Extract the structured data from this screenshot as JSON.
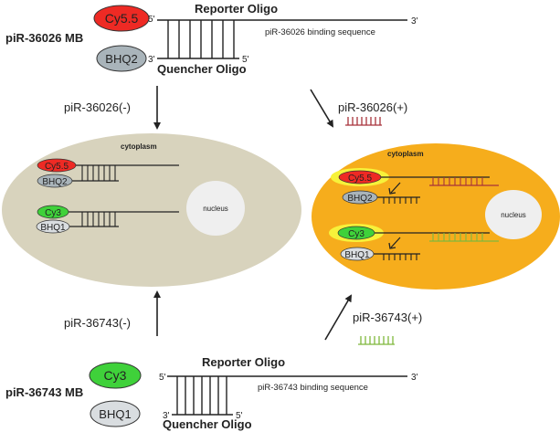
{
  "top_probe": {
    "name": "piR-36026 MB",
    "fluor": "Cy5.5",
    "quencher": "BHQ2",
    "reporter": "Reporter Oligo",
    "quencher_oligo": "Quencher Oligo",
    "binding": "piR-36026 binding sequence",
    "five_prime_top": "5'",
    "three_prime_top": "3'",
    "three_prime_bottom": "3'",
    "five_prime_bottom": "5'"
  },
  "bottom_probe": {
    "name": "piR-36743 MB",
    "fluor": "Cy3",
    "quencher": "BHQ1",
    "reporter": "Reporter Oligo",
    "quencher_oligo": "Quencher Oligo",
    "binding": "piR-36743 binding sequence",
    "five_prime_top": "5'",
    "three_prime_top": "3'",
    "three_prime_bottom": "3'",
    "five_prime_bottom": "5'"
  },
  "arrows": {
    "top_left": "piR-36026(-)",
    "top_right": "piR-36026(+)",
    "bottom_left": "piR-36743(-)",
    "bottom_right": "piR-36743(+)"
  },
  "left_cell": {
    "cytoplasm": "cytoplasm",
    "nucleus": "nucleus",
    "fluor1": "Cy5.5",
    "quencher1": "BHQ2",
    "fluor2": "Cy3",
    "quencher2": "BHQ1"
  },
  "right_cell": {
    "cytoplasm": "cytoplasm",
    "nucleus": "nucleus",
    "fluor1": "Cy5.5",
    "quencher1": "BHQ2",
    "fluor2": "Cy3",
    "quencher2": "BHQ1"
  },
  "colors": {
    "cy55": "#ee2a24",
    "cy3": "#3fd13a",
    "bhq2": "#a9b4ba",
    "bhq1": "#d9dde0",
    "left_cell": "#d8d3bd",
    "right_cell": "#f6ad1c",
    "glow": "#f7f23a",
    "pir36026": "#a8323a",
    "pir36743": "#7fb83c"
  }
}
